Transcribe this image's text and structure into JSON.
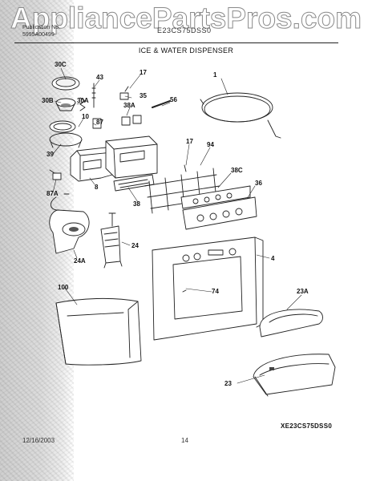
{
  "watermark": "AppliancePartsPros.com",
  "header": {
    "line1": "Publication No.",
    "line2": "5995A00499",
    "model": "E23CS75DSS0"
  },
  "title": "ICE & WATER DISPENSER",
  "callouts": {
    "c30C": "30C",
    "c43": "43",
    "c17a": "17",
    "c35": "35",
    "c1": "1",
    "c30B": "30B",
    "c30A": "30A",
    "c38A": "38A",
    "c56": "56",
    "c10": "10",
    "c87": "87",
    "c39": "39",
    "c17b": "17",
    "c94": "94",
    "c87A": "87A",
    "c8": "8",
    "c38C": "38C",
    "c36": "36",
    "c38": "38",
    "c24": "24",
    "c4": "4",
    "c24A": "24A",
    "c74": "74",
    "c100": "100",
    "c23A": "23A",
    "c23": "23"
  },
  "footer": {
    "date": "12/16/2003",
    "page": "14",
    "model": "XE23CS75DSS0"
  }
}
